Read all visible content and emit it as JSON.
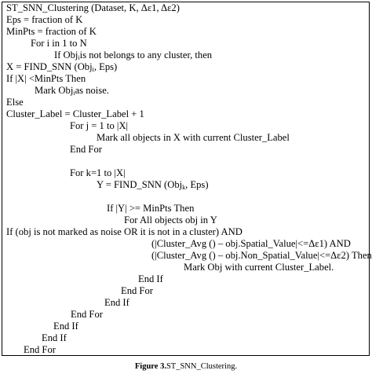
{
  "algorithm": {
    "lines": [
      {
        "text": "ST_SNN_Clustering (Dataset, K, Δε1, Δε2)"
      },
      {
        "text": "Eps = fraction of K"
      },
      {
        "text": "MinPts = fraction of K"
      },
      {
        "text": "For i in 1 to N"
      },
      {
        "pre": "If Obj",
        "sub": "i",
        "post": "is not belongs to any cluster, then"
      },
      {
        "pre": "X = FIND_SNN (Obj",
        "sub": "i",
        "post": ", Eps)"
      },
      {
        "text": "If |X| <MinPts Then"
      },
      {
        "pre": "Mark Obj",
        "sub": "i",
        "post": "as noise."
      },
      {
        "text": "Else"
      },
      {
        "text": "Cluster_Label = Cluster_Label + 1"
      },
      {
        "text": "For j = 1 to |X|"
      },
      {
        "text": "Mark all objects in X with current Cluster_Label"
      },
      {
        "text": "End For"
      },
      {
        "text": "For k=1 to |X|"
      },
      {
        "pre": "Y = FIND_SNN (Obj",
        "sub": "k",
        "post": ", Eps)"
      },
      {
        "text": "If |Y| >= MinPts Then"
      },
      {
        "text": "For All objects obj in Y"
      },
      {
        "text": "If (obj is not marked as noise OR it is not in a cluster) AND"
      },
      {
        "text": "(|Cluster_Avg () – obj.Spatial_Value|<=Δε1) AND"
      },
      {
        "text": "(|Cluster_Avg () – obj.Non_Spatial_Value|<=Δε2) Then"
      },
      {
        "text": "Mark Obj with current Cluster_Label."
      },
      {
        "text": "End If"
      },
      {
        "text": "End For"
      },
      {
        "text": "End If"
      },
      {
        "text": "End For"
      },
      {
        "text": "End If"
      },
      {
        "text": "End If"
      },
      {
        "text": "End For"
      }
    ]
  },
  "caption": {
    "label": "Figure 3.",
    "text": "ST_SNN_Clustering."
  }
}
